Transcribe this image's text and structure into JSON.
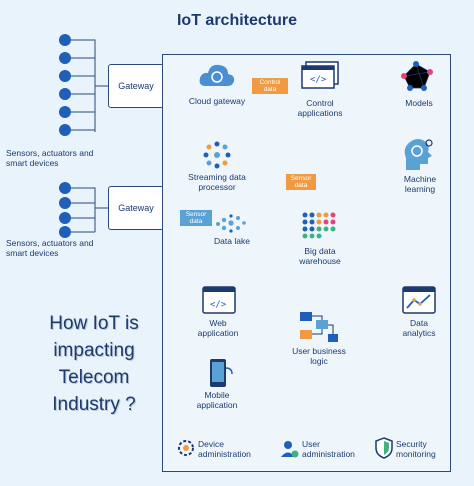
{
  "title": "IoT architecture",
  "left": {
    "sensors_top": "Sensors, actuators and smart devices",
    "sensors_bottom": "Sensors, actuators and smart devices",
    "gateway_top": "Gateway",
    "gateway_bottom": "Gateway"
  },
  "nodes": {
    "cloud_gateway": "Cloud gateway",
    "control_applications": "Control applications",
    "models": "Models",
    "streaming_processor": "Streaming data processor",
    "machine_learning": "Machine learning",
    "data_lake": "Data lake",
    "big_data_warehouse": "Big data warehouse",
    "web_application": "Web application",
    "data_analytics": "Data analytics",
    "mobile_application": "Mobile application",
    "user_business_logic": "User business logic"
  },
  "tags": {
    "control_data": "Control data",
    "sensor_data_right": "Sensor data",
    "sensor_data_left": "Sensor data"
  },
  "overlay_text": [
    "How IoT is",
    "impacting",
    "Telecom",
    "Industry ?"
  ],
  "footer": {
    "device_admin": "Device administration",
    "user_admin": "User administration",
    "security": "Security monitoring"
  },
  "colors": {
    "navy": "#1d3a6e",
    "accent_orange": "#f19a44",
    "accent_blue": "#5aa2d6",
    "node_blue": "#1f5fb8"
  }
}
